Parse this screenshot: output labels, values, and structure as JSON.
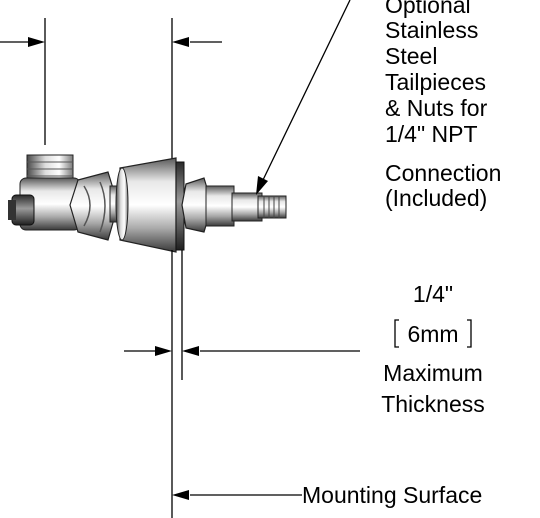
{
  "callout": {
    "lines": [
      "Optional",
      "Stainless",
      "Steel",
      "Tailpieces",
      "& Nuts for",
      "1/4\" NPT",
      "Connection",
      "(Included)"
    ]
  },
  "thickness": {
    "imperial": "1/4\"",
    "metric": "6mm",
    "caption_line1": "Maximum",
    "caption_line2": "Thickness"
  },
  "mounting": {
    "label": "Mounting Surface"
  }
}
